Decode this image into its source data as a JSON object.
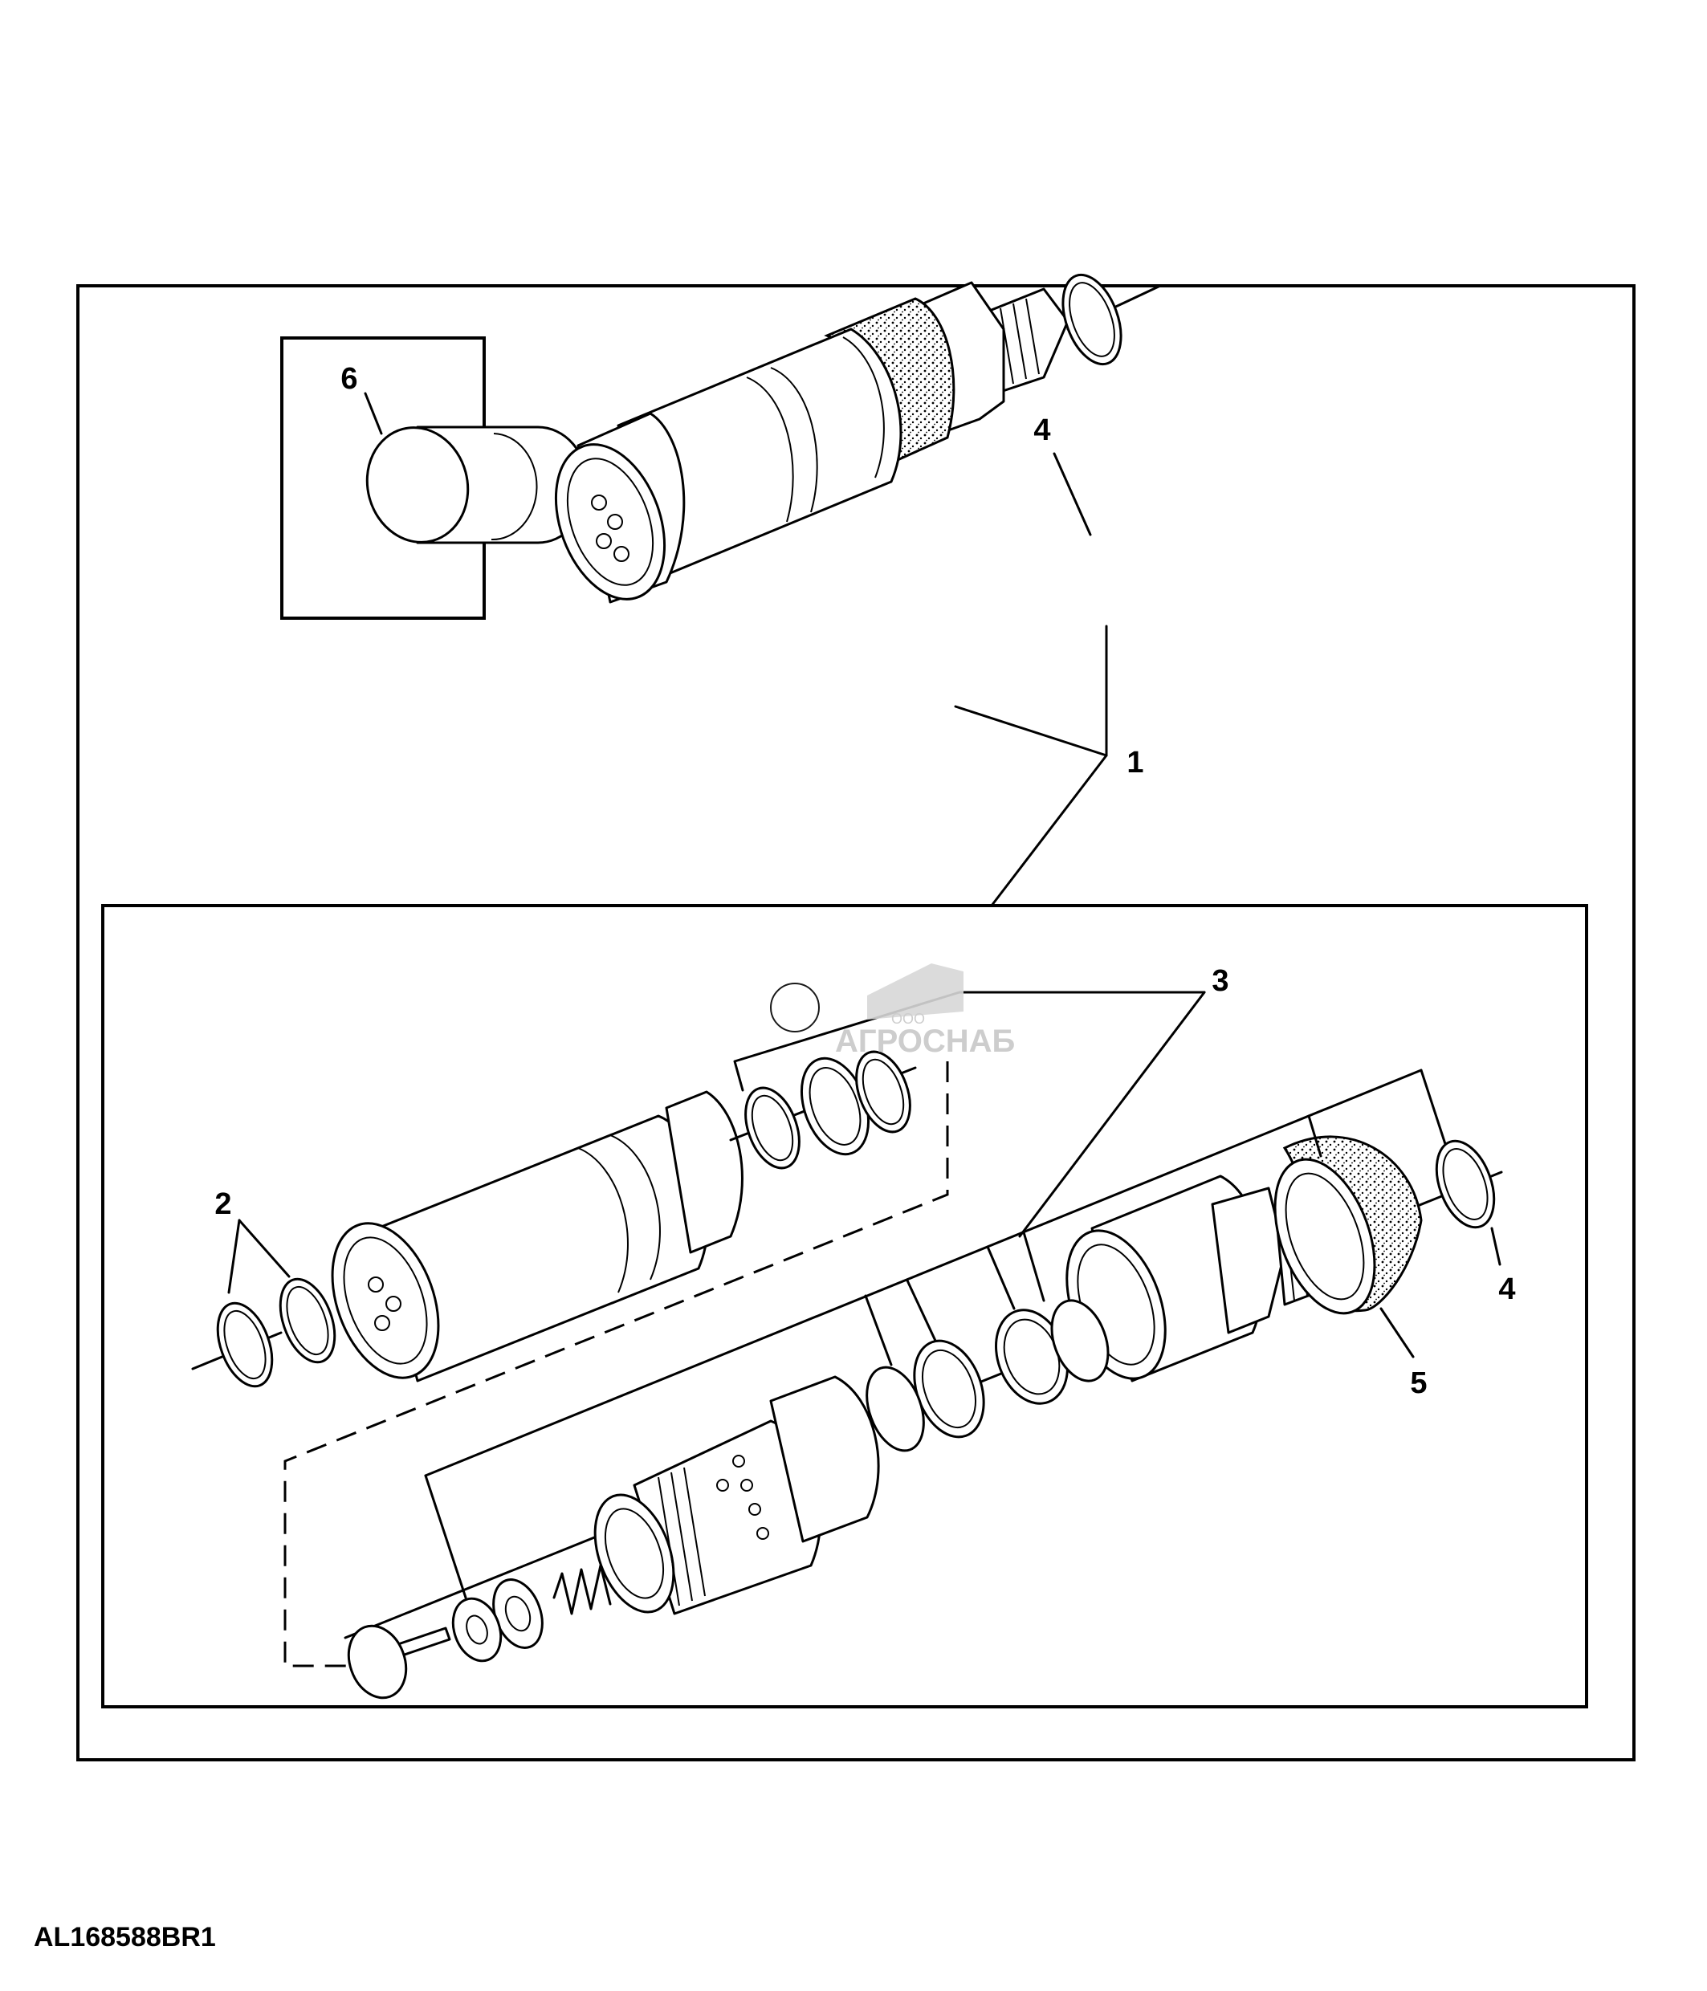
{
  "figure_id": "AL168588BR1",
  "watermark": {
    "brand": "АГРОСНАБ",
    "prefix": "ООО"
  },
  "callouts": [
    {
      "id": "c1",
      "label": "1"
    },
    {
      "id": "c2",
      "label": "2"
    },
    {
      "id": "c3",
      "label": "3"
    },
    {
      "id": "c4a",
      "label": "4"
    },
    {
      "id": "c4b",
      "label": "4"
    },
    {
      "id": "c5",
      "label": "5"
    },
    {
      "id": "c6",
      "label": "6"
    }
  ]
}
